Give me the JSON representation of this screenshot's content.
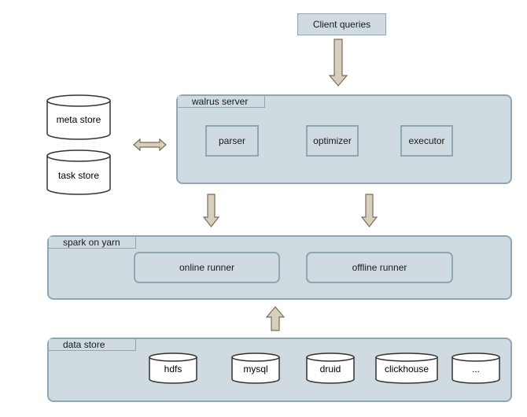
{
  "client": {
    "label": "Client queries"
  },
  "stores": {
    "meta": "meta store",
    "task": "task store"
  },
  "walrus": {
    "title": "walrus server",
    "steps": [
      "parser",
      "optimizer",
      "executor"
    ]
  },
  "spark": {
    "title": "spark on yarn",
    "runners": [
      "online runner",
      "offline runner"
    ]
  },
  "datastore": {
    "title": "data store",
    "sources": [
      "hdfs",
      "mysql",
      "druid",
      "clickhouse",
      "..."
    ]
  },
  "colors": {
    "fill": "#cfdbe0",
    "border": "#8fa7b2",
    "arrow_fill": "#d6cfbd",
    "arrow_stroke": "#7a6e55"
  }
}
